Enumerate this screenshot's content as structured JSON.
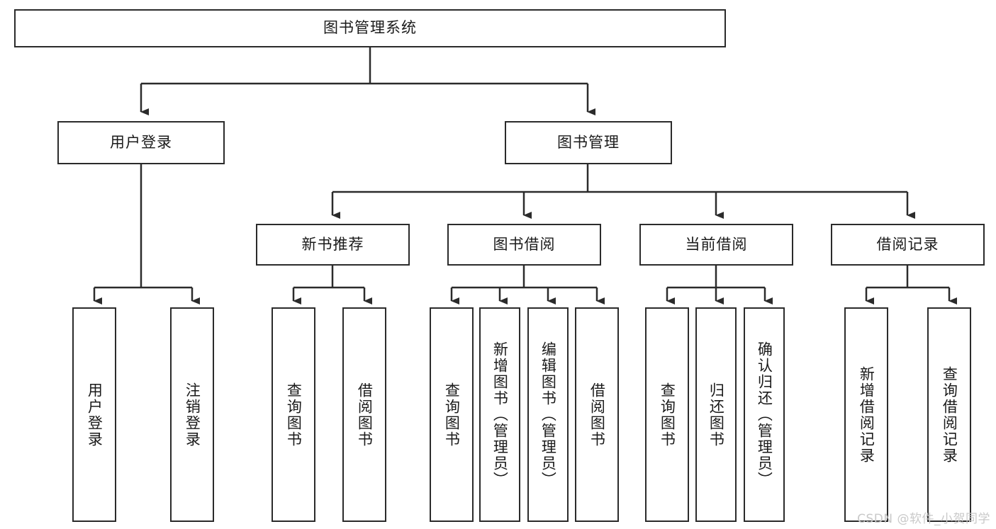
{
  "diagram": {
    "title": "图书管理系统",
    "watermark": "CSDN @软件_小贺同学",
    "colors": {
      "stroke": "#2b2b2b",
      "fill": "#ffffff",
      "text": "#1a1a1a",
      "watermark": "#c9c9c9"
    },
    "root": {
      "label": "图书管理系统"
    },
    "level2": [
      {
        "label": "用户登录"
      },
      {
        "label": "图书管理"
      }
    ],
    "level3": [
      {
        "label": "新书推荐"
      },
      {
        "label": "图书借阅"
      },
      {
        "label": "当前借阅"
      },
      {
        "label": "借阅记录"
      }
    ],
    "leaves": {
      "user_login": [
        {
          "label": "用户登录"
        },
        {
          "label": "注销登录"
        }
      ],
      "new_book": [
        {
          "label": "查询图书"
        },
        {
          "label": "借阅图书"
        }
      ],
      "book_borrow": [
        {
          "label": "查询图书"
        },
        {
          "label": "新增图书（管理员）"
        },
        {
          "label": "编辑图书（管理员）"
        },
        {
          "label": "借阅图书"
        }
      ],
      "current_borrow": [
        {
          "label": "查询图书"
        },
        {
          "label": "归还图书"
        },
        {
          "label": "确认归还（管理员）"
        }
      ],
      "borrow_record": [
        {
          "label": "新增借阅记录"
        },
        {
          "label": "查询借阅记录"
        }
      ]
    }
  }
}
